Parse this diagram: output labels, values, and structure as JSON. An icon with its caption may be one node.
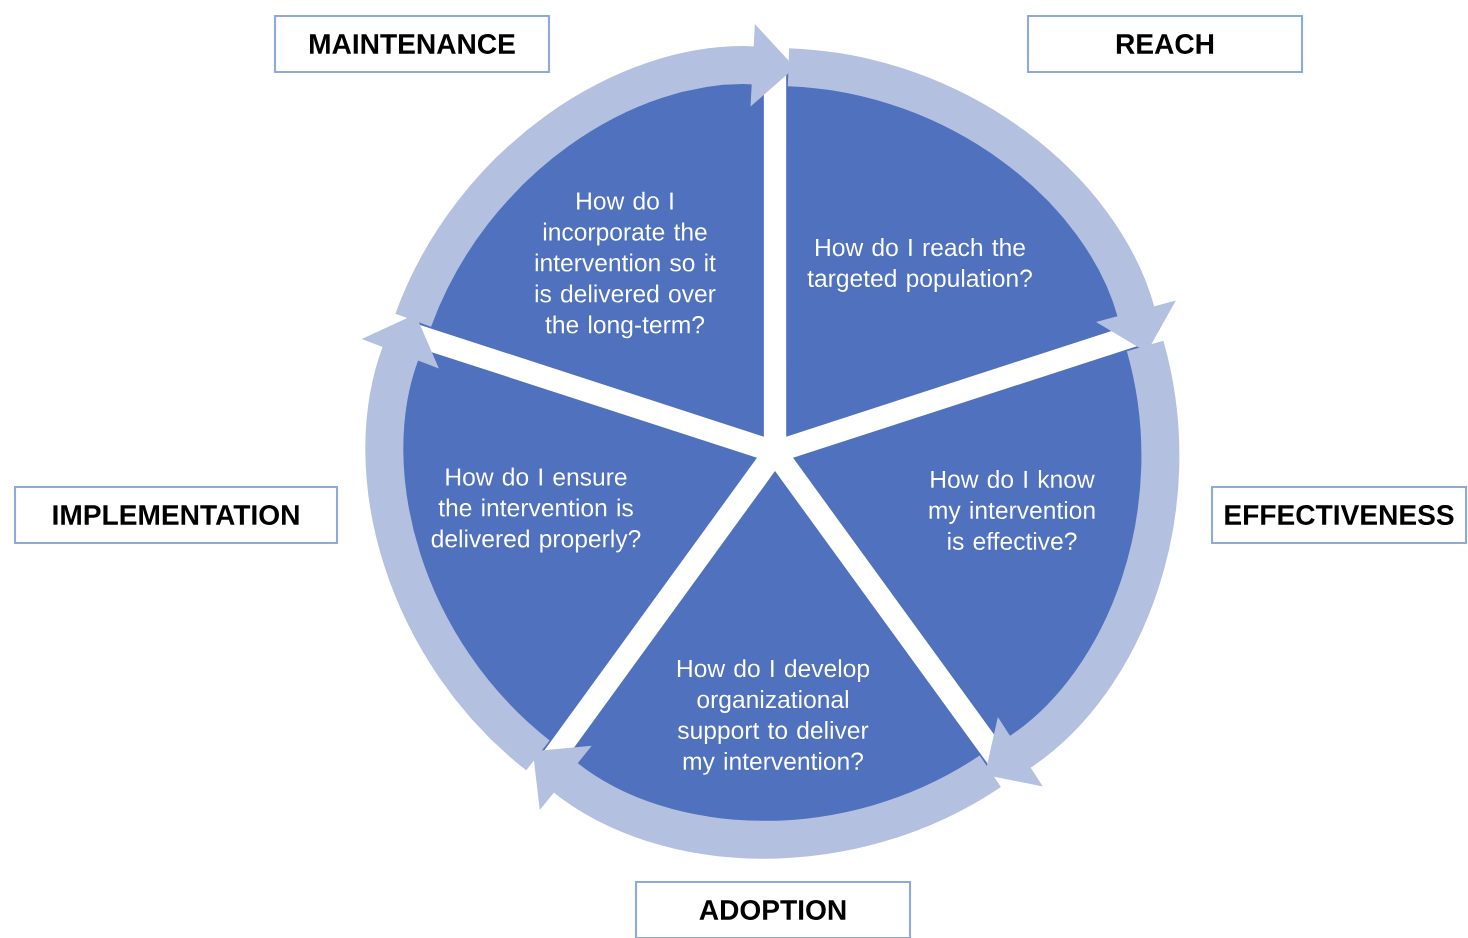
{
  "diagram": {
    "nodes": [
      {
        "text": [
          "MAINTENANCE"
        ]
      },
      {
        "text": [
          "REACH"
        ]
      },
      {
        "text": [
          "How do I incorporate the intervention so it is delivered over the long-term?"
        ]
      },
      {
        "text": [
          "How do I reach the targeted population?"
        ]
      },
      {
        "text": [
          "IMPLEMENTATION"
        ]
      },
      {
        "text": [
          "How do I ensure the intervention is delivered properly?"
        ]
      },
      {
        "text": [
          "How do I know my intervention is effective?"
        ]
      },
      {
        "text": [
          "EFFECTIVENESS"
        ]
      },
      {
        "text": [
          "How do I develop organizational support to deliver my intervention?"
        ]
      },
      {
        "text": [
          "ADOPTION"
        ]
      }
    ],
    "edges": [
      {
        "from": 2,
        "to": 3,
        "arrow": "to"
      },
      {
        "from": 3,
        "to": 6,
        "arrow": "to"
      },
      {
        "from": 6,
        "to": 8,
        "arrow": "to"
      },
      {
        "from": 8,
        "to": 5,
        "arrow": "to"
      },
      {
        "from": 5,
        "to": 2,
        "arrow": "to"
      }
    ]
  }
}
